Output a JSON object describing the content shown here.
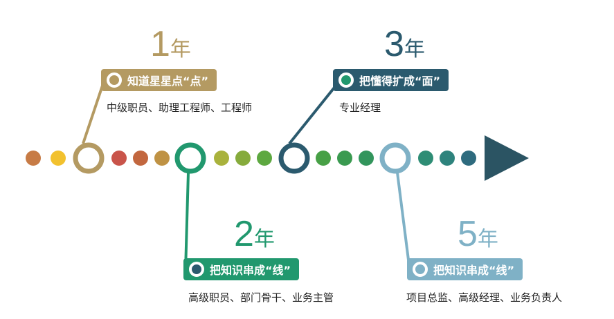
{
  "milestones": [
    {
      "year_num": "1",
      "year_unit": "年",
      "badge": "知道星星点“点”",
      "roles": "中级职员、助理工程师、工程师",
      "color": "#b49a62"
    },
    {
      "year_num": "2",
      "year_unit": "年",
      "badge": "把知识串成“线”",
      "roles": "高级职员、部门骨干、业务主管",
      "color": "#21986e"
    },
    {
      "year_num": "3",
      "year_unit": "年",
      "badge": "把懂得扩成“面”",
      "roles": "专业经理",
      "color": "#2b5a6e"
    },
    {
      "year_num": "5",
      "year_unit": "年",
      "badge": "把知识串成“线”",
      "roles": "项目总监、高级经理、业务负责人",
      "color": "#7fb1c6"
    }
  ],
  "timeline": {
    "dot_colors": [
      "#c77b45",
      "#f2c12e",
      "#c9544a",
      "#c2673f",
      "#bf9244",
      "#a9b23c",
      "#86ab3c",
      "#5da840",
      "#47a046",
      "#3a9a50",
      "#32955c",
      "#2e8d75",
      "#2e837d",
      "#2e6b7e"
    ],
    "arrow_color": "#2b5463"
  }
}
